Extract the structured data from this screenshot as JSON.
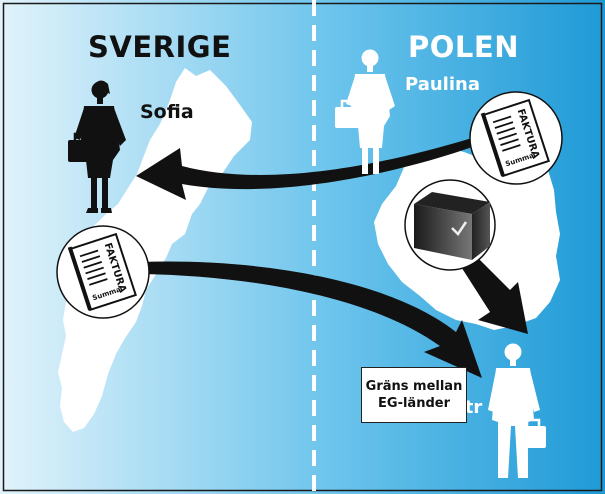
{
  "labels": {
    "country_left": "SVERIGE",
    "country_right": "POLEN",
    "person_sweden": "Sofia",
    "person_poland_top": "Paulina",
    "person_poland_bottom": "Piotr",
    "border_line1": "Gräns mellan",
    "border_line2": "EG-länder"
  },
  "invoice": {
    "title": "FAKTURA",
    "sum": "Summa"
  },
  "icons": [
    "businesswoman-icon",
    "businessman-icon",
    "briefcase-icon",
    "invoice-icon",
    "package-icon",
    "arrow-icon"
  ],
  "colors": {
    "background_gradient_start": "#e2f3fb",
    "background_gradient_end": "#1f9ad6",
    "map_fill": "#ffffff",
    "figure_dark": "#111111",
    "figure_light": "#ffffff"
  }
}
